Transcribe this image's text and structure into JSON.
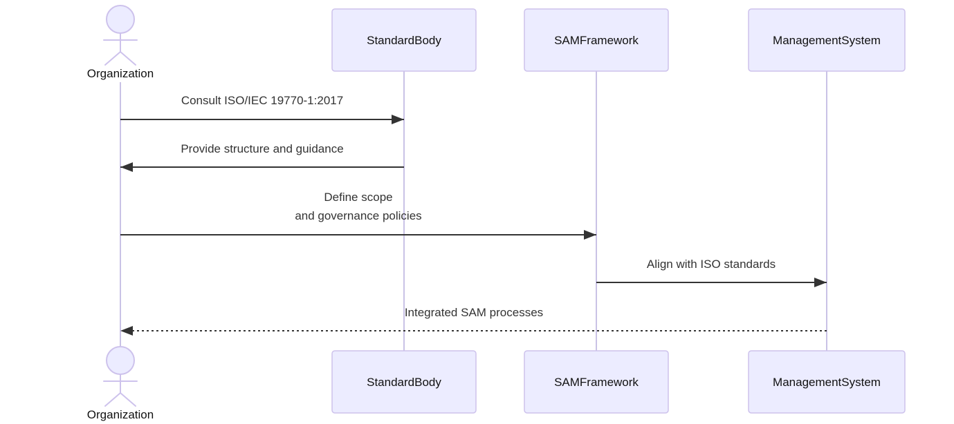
{
  "diagram": {
    "kind": "uml-sequence-diagram"
  },
  "colors": {
    "background": "#ffffff",
    "node_fill": "#ececff",
    "node_border": "#cdc2ec",
    "lifeline": "#c9c2e6",
    "signal": "#333333",
    "message_text": "#333333",
    "label_text": "#111111"
  },
  "actor": {
    "label": "Organization",
    "type": "actor"
  },
  "participants": [
    {
      "label": "StandardBody"
    },
    {
      "label": "SAMFramework"
    },
    {
      "label": "ManagementSystem"
    }
  ],
  "messages": [
    {
      "from": "Organization",
      "to": "StandardBody",
      "style": "solid-arrow",
      "label": "Consult ISO/IEC 19770-1:2017"
    },
    {
      "from": "StandardBody",
      "to": "Organization",
      "style": "solid-arrow",
      "label": "Provide structure and guidance"
    },
    {
      "from": "Organization",
      "to": "SAMFramework",
      "style": "solid-arrow",
      "label": "Define scope and governance policies",
      "label_lines": [
        "Define scope",
        "and governance policies"
      ]
    },
    {
      "from": "SAMFramework",
      "to": "ManagementSystem",
      "style": "solid-arrow",
      "label": "Align with ISO standards"
    },
    {
      "from": "ManagementSystem",
      "to": "Organization",
      "style": "dashed-arrow",
      "label": "Integrated SAM processes"
    }
  ]
}
